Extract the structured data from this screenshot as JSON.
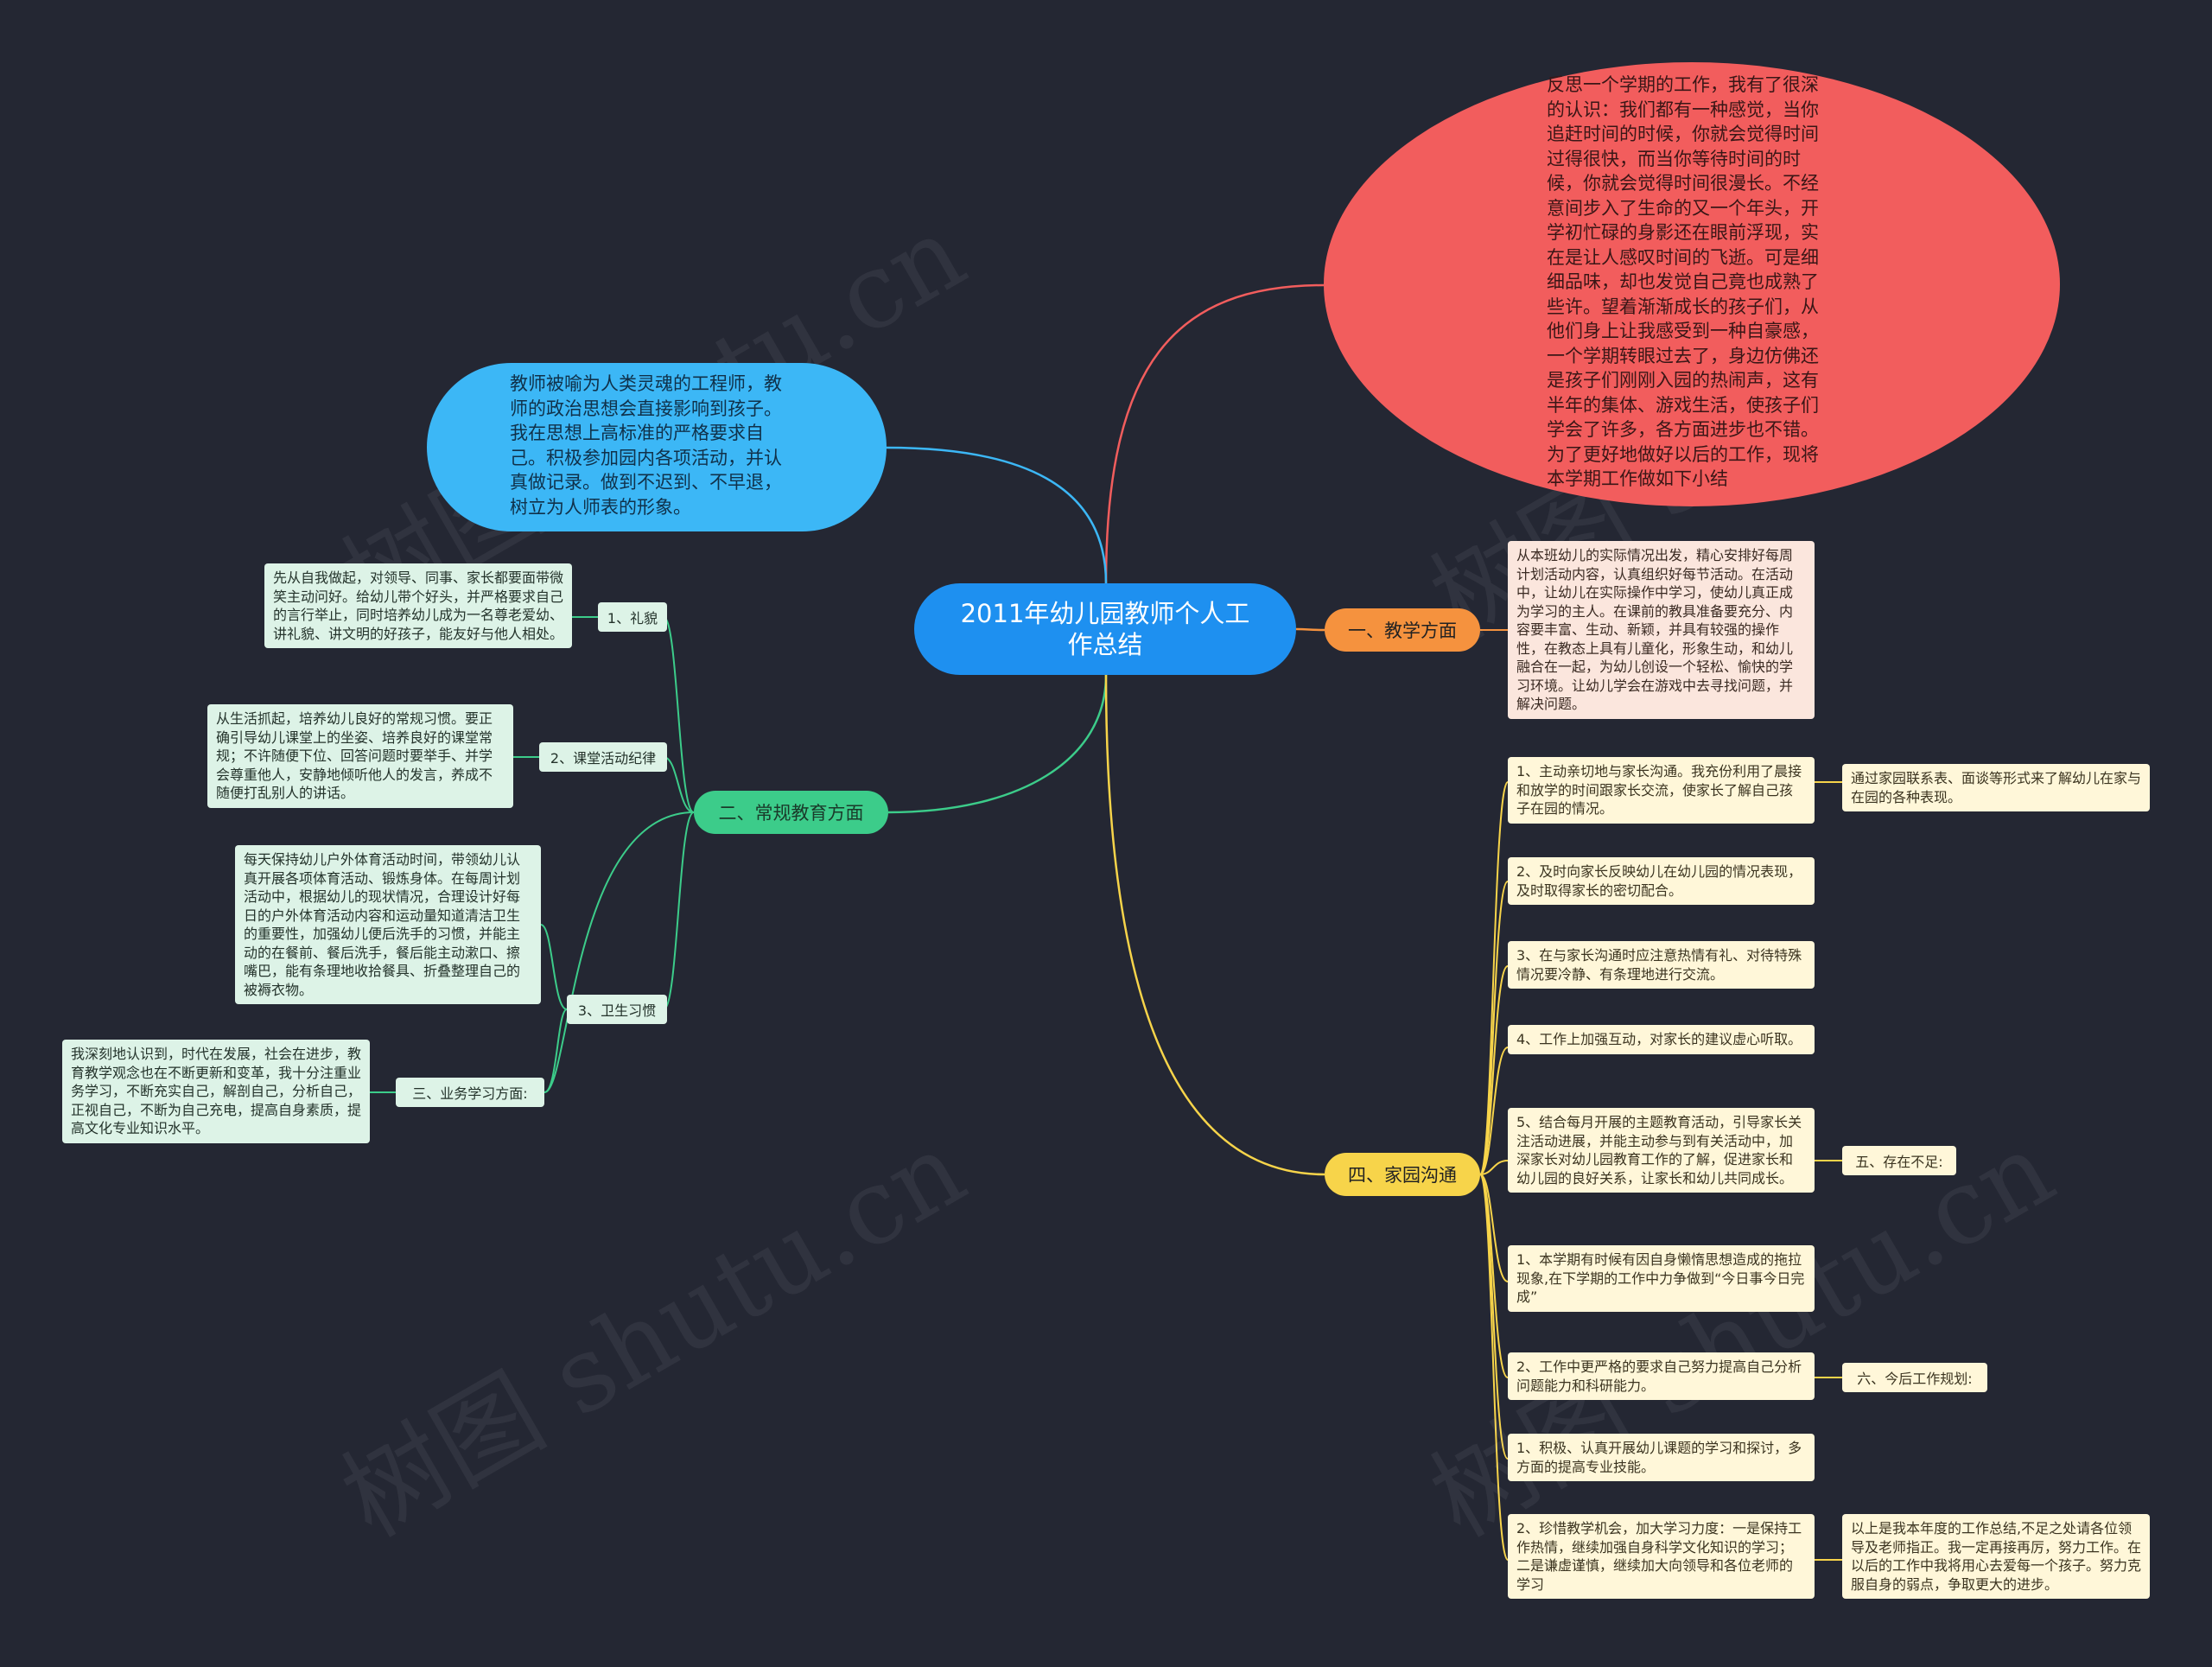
{
  "central_topic": "2011年幼儿园教师个人工作总结",
  "intro_red": "反思一个学期的工作，我有了很深的认识：我们都有一种感觉，当你追赶时间的时候，你就会觉得时间过得很快，而当你等待时间的时候，你就会觉得时间很漫长。不经意间步入了生命的又一个年头，开学初忙碌的身影还在眼前浮现，实在是让人感叹时间的飞逝。可是细细品味，却也发觉自己竟也成熟了些许。望着渐渐成长的孩子们，从他们身上让我感受到一种自豪感，一个学期转眼过去了，身边仿佛还是孩子们刚刚入园的热闹声，这有半年的集体、游戏生活，使孩子们学会了许多，各方面进步也不错。为了更好地做好以后的工作，现将本学期工作做如下小结",
  "intro_blue": "教师被喻为人类灵魂的工程师，教师的政治思想会直接影响到孩子。我在思想上高标准的严格要求自己。积极参加园内各项活动，并认真做记录。做到不迟到、不早退，树立为人师表的形象。",
  "branch1": {
    "label": "一、教学方面",
    "text": "从本班幼儿的实际情况出发，精心安排好每周计划活动内容，认真组织好每节活动。在活动中，让幼儿在实际操作中学习，使幼儿真正成为学习的主人。在课前的教具准备要充分、内容要丰富、生动、新颖，并具有较强的操作性，在教态上具有儿童化，形象生动，和幼儿融合在一起，为幼儿创设一个轻松、愉快的学习环境。让幼儿学会在游戏中去寻找问题，并解决问题。"
  },
  "branch2": {
    "label": "二、常规教育方面",
    "items": [
      {
        "label": "1、礼貌",
        "text": "先从自我做起，对领导、同事、家长都要面带微笑主动问好。给幼儿带个好头，并严格要求自己的言行举止，同时培养幼儿成为一名尊老爱幼、讲礼貌、讲文明的好孩子，能友好与他人相处。"
      },
      {
        "label": "2、课堂活动纪律",
        "text": "从生活抓起，培养幼儿良好的常规习惯。要正确引导幼儿课堂上的坐姿、培养良好的课堂常规；不许随便下位、回答问题时要举手、并学会尊重他人，安静地倾听他人的发言，养成不随便打乱别人的讲话。"
      },
      {
        "label": "3、卫生习惯",
        "text": "每天保持幼儿户外体育活动时间，带领幼儿认真开展各项体育活动、锻炼身体。在每周计划活动中，根据幼儿的现状情况，合理设计好每日的户外体育活动内容和运动量知道清洁卫生的重要性，加强幼儿便后洗手的习惯，并能主动的在餐前、餐后洗手，餐后能主动漱口、擦嘴巴，能有条理地收拾餐具、折叠整理自己的被褥衣物。"
      },
      {
        "label": "三、业务学习方面:",
        "text": "我深刻地认识到，时代在发展，社会在进步，教育教学观念也在不断更新和变革，我十分注重业务学习，不断充实自己，解剖自己，分析自己，正视自己，不断为自己充电，提高自身素质，提高文化专业知识水平。"
      }
    ]
  },
  "branch4": {
    "label": "四、家园沟通",
    "items": [
      "1、主动亲切地与家长沟通。我充份利用了晨接和放学的时间跟家长交流，使家长了解自己孩子在园的情况。",
      "2、及时向家长反映幼儿在幼儿园的情况表现，及时取得家长的密切配合。",
      "3、在与家长沟通时应注意热情有礼、对待特殊情况要冷静、有条理地进行交流。",
      "4、工作上加强互动，对家长的建议虚心听取。",
      "5、结合每月开展的主题教育活动，引导家长关注活动进展，并能主动参与到有关活动中，加深家长对幼儿园教育工作的了解，促进家长和幼儿园的良好关系，让家长和幼儿共同成长。",
      "1、本学期有时候有因自身懒惰思想造成的拖拉现象,在下学期的工作中力争做到“今日事今日完成”",
      "2、工作中更严格的要求自己努力提高自己分析问题能力和科研能力。",
      "1、积极、认真开展幼儿课题的学习和探讨，多方面的提高专业技能。",
      "2、珍惜教学机会，加大学习力度：一是保持工作热情，继续加强自身科学文化知识的学习；二是谦虚谨慎，继续加大向领导和各位老师的学习"
    ],
    "side_notes": {
      "n1": "通过家园联系表、面谈等形式来了解幼儿在家与在园的各种表现。",
      "n5": "五、存在不足:",
      "n7": "六、今后工作规划:",
      "n9": "以上是我本年度的工作总结,不足之处请各位领导及老师指正。我一定再接再厉，努力工作。在以后的工作中我将用心去爱每一个孩子。努力克服自身的弱点，争取更大的进步。"
    }
  },
  "watermark": "树图 shutu.cn",
  "colors": {
    "background": "#242733",
    "center": "#1e90f0",
    "red": "#f25d5d",
    "blue": "#3cb7f6",
    "orange": "#f5923e",
    "green": "#3ccc8a",
    "yellow": "#f7d44a"
  }
}
